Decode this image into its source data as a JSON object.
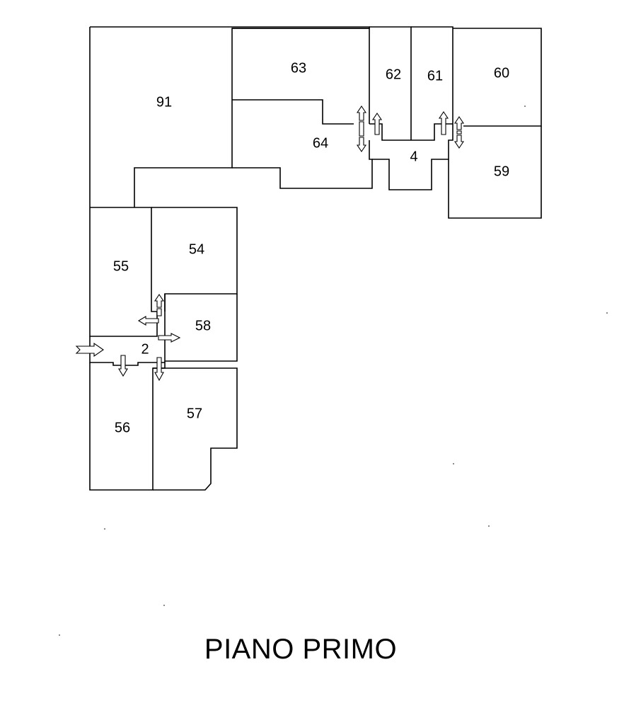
{
  "floor_title": "PIANO PRIMO",
  "rooms": {
    "r91": "91",
    "r63": "63",
    "r62": "62",
    "r61": "61",
    "r60": "60",
    "r64": "64",
    "r4": "4",
    "r59": "59",
    "r55": "55",
    "r54": "54",
    "r58": "58",
    "r2": "2",
    "r56": "56",
    "r57": "57"
  }
}
